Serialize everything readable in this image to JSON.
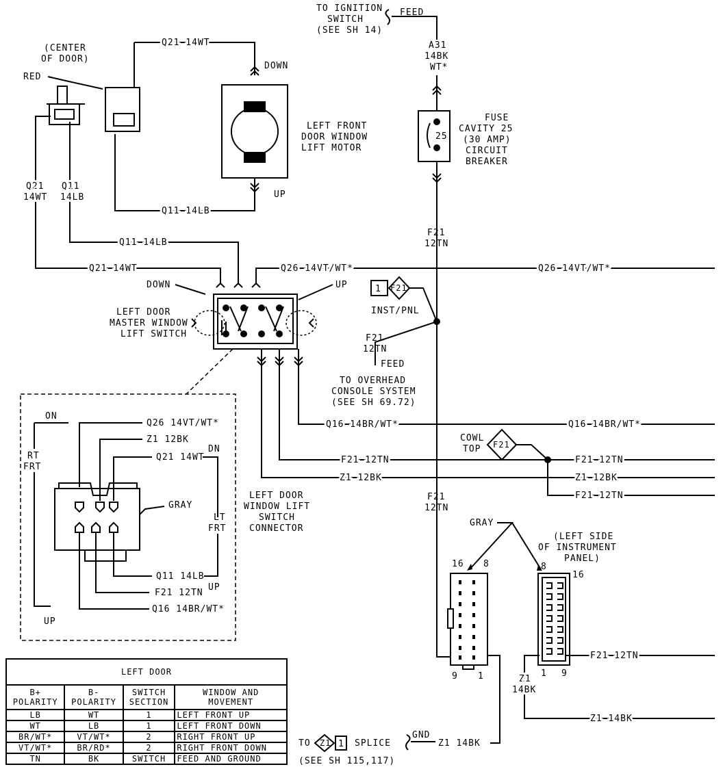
{
  "labels": {
    "ign_to": "TO IGNITION",
    "ign_switch": "SWITCH",
    "ign_sheet": "(SEE SH 14)",
    "feed_top": "FEED",
    "a31_1": "A31",
    "a31_2": "14BK",
    "a31_3": "WT*",
    "fuse_1": "FUSE",
    "fuse_2": "CAVITY 25",
    "fuse_3": "(30 AMP)",
    "fuse_4": "CIRCUIT",
    "fuse_5": "BREAKER",
    "fuse_num": "25",
    "center_1": "(CENTER",
    "center_2": "OF DOOR)",
    "red": "RED",
    "q21_top": "Q21 14WT",
    "down_motor": "DOWN",
    "up_motor": "UP",
    "motor_1": "LEFT FRONT",
    "motor_2": "DOOR WINDOW",
    "motor_3": "LIFT MOTOR",
    "q21_left_1": "Q21",
    "q21_left_2": "14WT",
    "q11_left_1": "Q11",
    "q11_left_2": "14LB",
    "q11_mid": "Q11 14LB",
    "q11_low": "Q11 14LB",
    "q21_low": "Q21 14WT",
    "q26_a": "Q26 14VT/WT*",
    "q26_b": "Q26 14VT/WT*",
    "down_sw": "DOWN",
    "up_sw": "UP",
    "msw_1": "LEFT DOOR",
    "msw_2": "MASTER WINDOW",
    "msw_3": "LIFT SWITCH",
    "f21_top_1": "F21",
    "f21_top_2": "12TN",
    "instpnl": "INST/PNL",
    "f21_num": "1",
    "f21_tag": "F21",
    "f21_oh_1": "F21",
    "f21_oh_2": "12TN",
    "feed_oh": "FEED",
    "oh_1": "TO OVERHEAD",
    "oh_2": "CONSOLE SYSTEM",
    "oh_3": "(SEE SH 69.72)",
    "q16_a": "Q16 14BR/WT*",
    "q16_b": "Q16 14BR/WT*",
    "cowl_1": "COWL",
    "cowl_2": "TOP",
    "cowl_tag": "F21",
    "f21_r1": "F21 12TN",
    "f21_r1b": "F21 12TN",
    "z1_r": "Z1 12BK",
    "z1_rb": "Z1 12BK",
    "f21_r2": "F21 12TN",
    "f21_mid_1": "F21",
    "f21_mid_2": "12TN",
    "on": "ON",
    "rt_1": "RT",
    "rt_2": "FRT",
    "con_q26": "Q26 14VT/WT*",
    "con_z1": "Z1 12BK",
    "con_q21": "Q21 14WT",
    "con_dn": "DN",
    "gray_con": "GRAY",
    "lt_1": "LT",
    "lt_2": "FRT",
    "con_q11": "Q11 14LB",
    "con_up": "UP",
    "con_f21": "F21 12TN",
    "con_q16": "Q16 14BR/WT*",
    "con_up_left": "UP",
    "conn_1": "LEFT DOOR",
    "conn_2": "WINDOW LIFT",
    "conn_3": "SWITCH",
    "conn_4": "CONNECTOR",
    "gray_ip": "GRAY",
    "ip_1": "(LEFT SIDE",
    "ip_2": "OF INSTRUMENT",
    "ip_3": "PANEL)",
    "pin16a": "16",
    "pin8a": "8",
    "pin8b": "8",
    "pin16b": "16",
    "pin9a": "9",
    "pin1a": "1",
    "pin1b": "1",
    "pin9b": "9",
    "f21_ip": "F21 12TN",
    "z1_ip_1": "Z1",
    "z1_ip_2": "14BK",
    "z1_ip_r": "Z1 14BK",
    "to": "TO",
    "z1_tag": "Z1",
    "z1_num": "1",
    "splice": "SPLICE",
    "gnd": "GND",
    "z1_splice": "Z1 14BK",
    "splice_sheet": "(SEE SH 115,117)"
  },
  "legend": {
    "title": "LEFT DOOR",
    "headers": [
      "B+\nPOLARITY",
      "B-\nPOLARITY",
      "SWITCH\nSECTION",
      "WINDOW AND\nMOVEMENT"
    ],
    "rows": [
      [
        "LB",
        "WT",
        "1",
        "LEFT FRONT UP"
      ],
      [
        "WT",
        "LB",
        "1",
        "LEFT FRONT DOWN"
      ],
      [
        "BR/WT*",
        "VT/WT*",
        "2",
        "RIGHT FRONT UP"
      ],
      [
        "VT/WT*",
        "BR/RD*",
        "2",
        "RIGHT FRONT DOWN"
      ],
      [
        "TN",
        "BK",
        "SWITCH",
        "FEED AND GROUND"
      ]
    ]
  }
}
